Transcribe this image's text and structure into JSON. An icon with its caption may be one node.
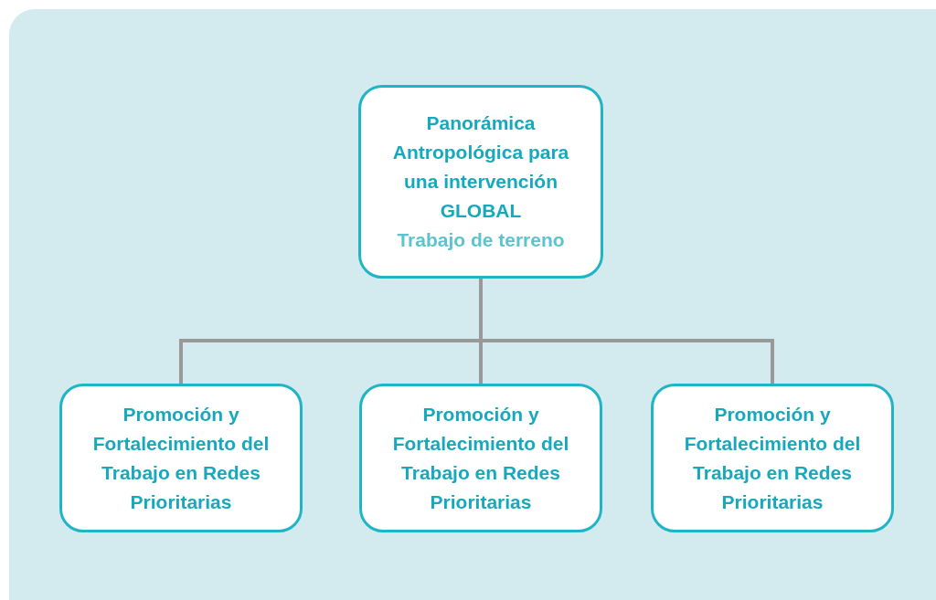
{
  "diagram": {
    "nodes": [
      {
        "text": [
          "Panorámica Antropológica para una intervención GLOBAL",
          "Trabajo de terreno"
        ]
      },
      {
        "text": [
          "Promoción y Fortalecimiento del Trabajo en Redes Prioritarias"
        ]
      },
      {
        "text": [
          "Promoción y Fortalecimiento del Trabajo en Redes Prioritarias"
        ]
      },
      {
        "text": [
          "Promoción y Fortalecimiento del Trabajo en Redes Prioritarias"
        ]
      }
    ],
    "edges": [
      {
        "from": 0,
        "to": 1,
        "arrow": "none"
      },
      {
        "from": 0,
        "to": 2,
        "arrow": "none"
      },
      {
        "from": 0,
        "to": 3,
        "arrow": "none"
      }
    ]
  }
}
